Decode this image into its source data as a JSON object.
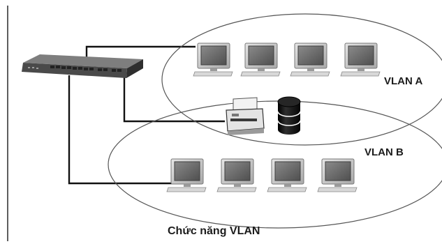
{
  "diagram": {
    "vlan_a_label": "VLAN A",
    "vlan_b_label": "VLAN B",
    "caption": "Chức năng VLAN",
    "icons": {
      "switch": "network-switch-icon",
      "computer": "computer-icon",
      "printer": "printer-icon",
      "database": "database-icon"
    },
    "colors": {
      "line": "#111111",
      "ellipse": "#555555",
      "monitor_bezel": "#c8c8c8",
      "monitor_screen": "#6e6e6e",
      "switch_body": "#4a4a4a",
      "database": "#0d0d0d"
    }
  }
}
